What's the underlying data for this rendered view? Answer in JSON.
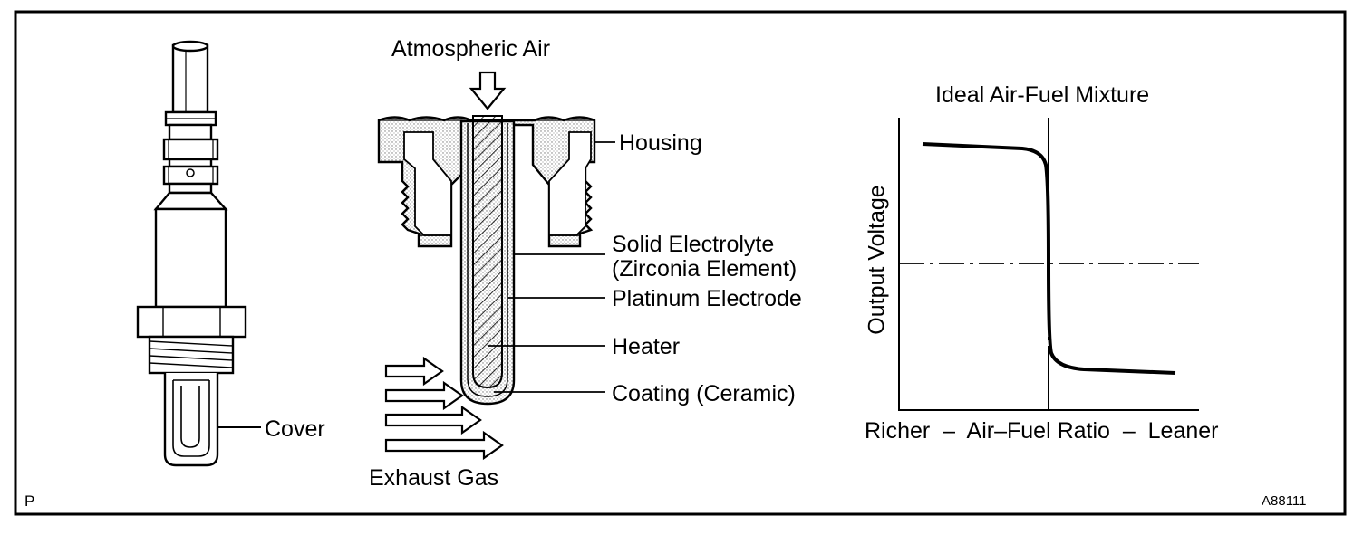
{
  "labels": {
    "atmospheric_air": "Atmospheric Air",
    "housing": "Housing",
    "solid_electrolyte_1": "Solid Electrolyte",
    "solid_electrolyte_2": "(Zirconia Element)",
    "platinum_electrode": "Platinum Electrode",
    "heater": "Heater",
    "coating": "Coating (Ceramic)",
    "exhaust_gas": "Exhaust Gas",
    "cover": "Cover",
    "graph_title": "Ideal Air-Fuel Mixture",
    "y_axis": "Output Voltage",
    "x_axis": "Richer  –  Air–Fuel Ratio  –  Leaner",
    "corner_left": "P",
    "corner_right": "A88111"
  },
  "colors": {
    "ink": "#000000",
    "paper": "#ffffff",
    "stipple": "#bdbdbd"
  }
}
